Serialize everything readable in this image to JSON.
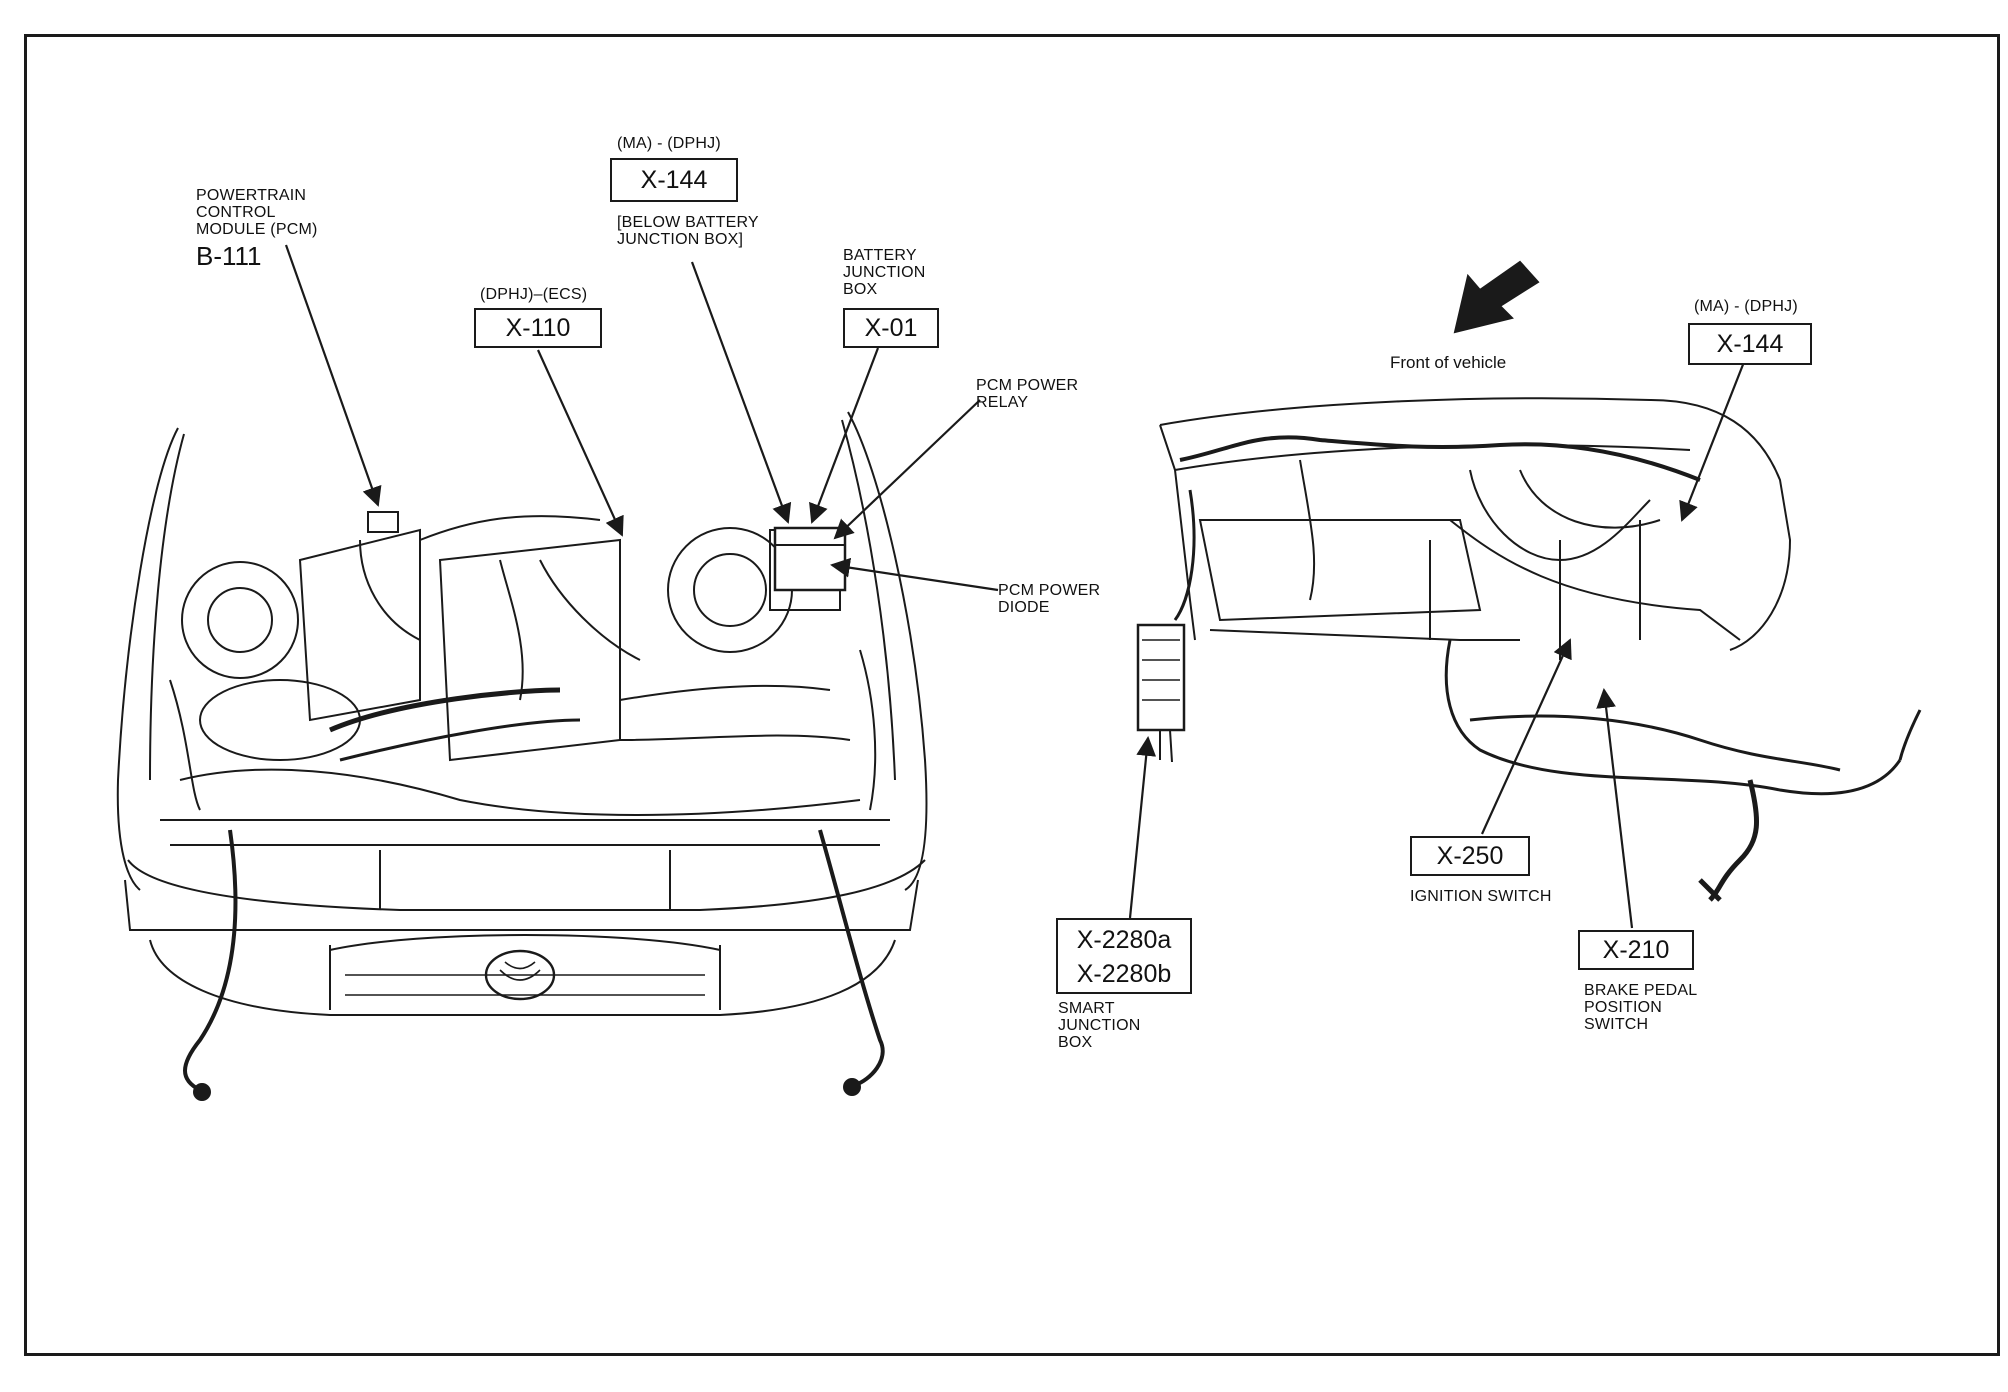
{
  "labels": {
    "pcm_title": "POWERTRAIN\nCONTROL\nMODULE (PCM)",
    "pcm_id": "B-111",
    "x144_top_note": "(MA) - (DPHJ)",
    "x144_top_id": "X-144",
    "x144_top_desc": "[BELOW BATTERY\nJUNCTION BOX]",
    "x110_note": "(DPHJ)–(ECS)",
    "x110_id": "X-110",
    "battery_jb_title": "BATTERY\nJUNCTION\nBOX",
    "x01_id": "X-01",
    "pcm_relay": "PCM POWER\nRELAY",
    "pcm_diode": "PCM POWER\nDIODE",
    "front_of_vehicle": "Front of vehicle",
    "x144_right_note": "(MA) - (DPHJ)",
    "x144_right_id": "X-144",
    "x2280a_id": "X-2280a",
    "x2280b_id": "X-2280b",
    "smart_jb": "SMART\nJUNCTION\nBOX",
    "x250_id": "X-250",
    "ignition_switch": "IGNITION SWITCH",
    "x210_id": "X-210",
    "brake_switch": "BRAKE PEDAL\nPOSITION\nSWITCH"
  },
  "colors": {
    "ink": "#1a1a1a",
    "paper": "#ffffff",
    "shade": "#d8d8d8"
  }
}
